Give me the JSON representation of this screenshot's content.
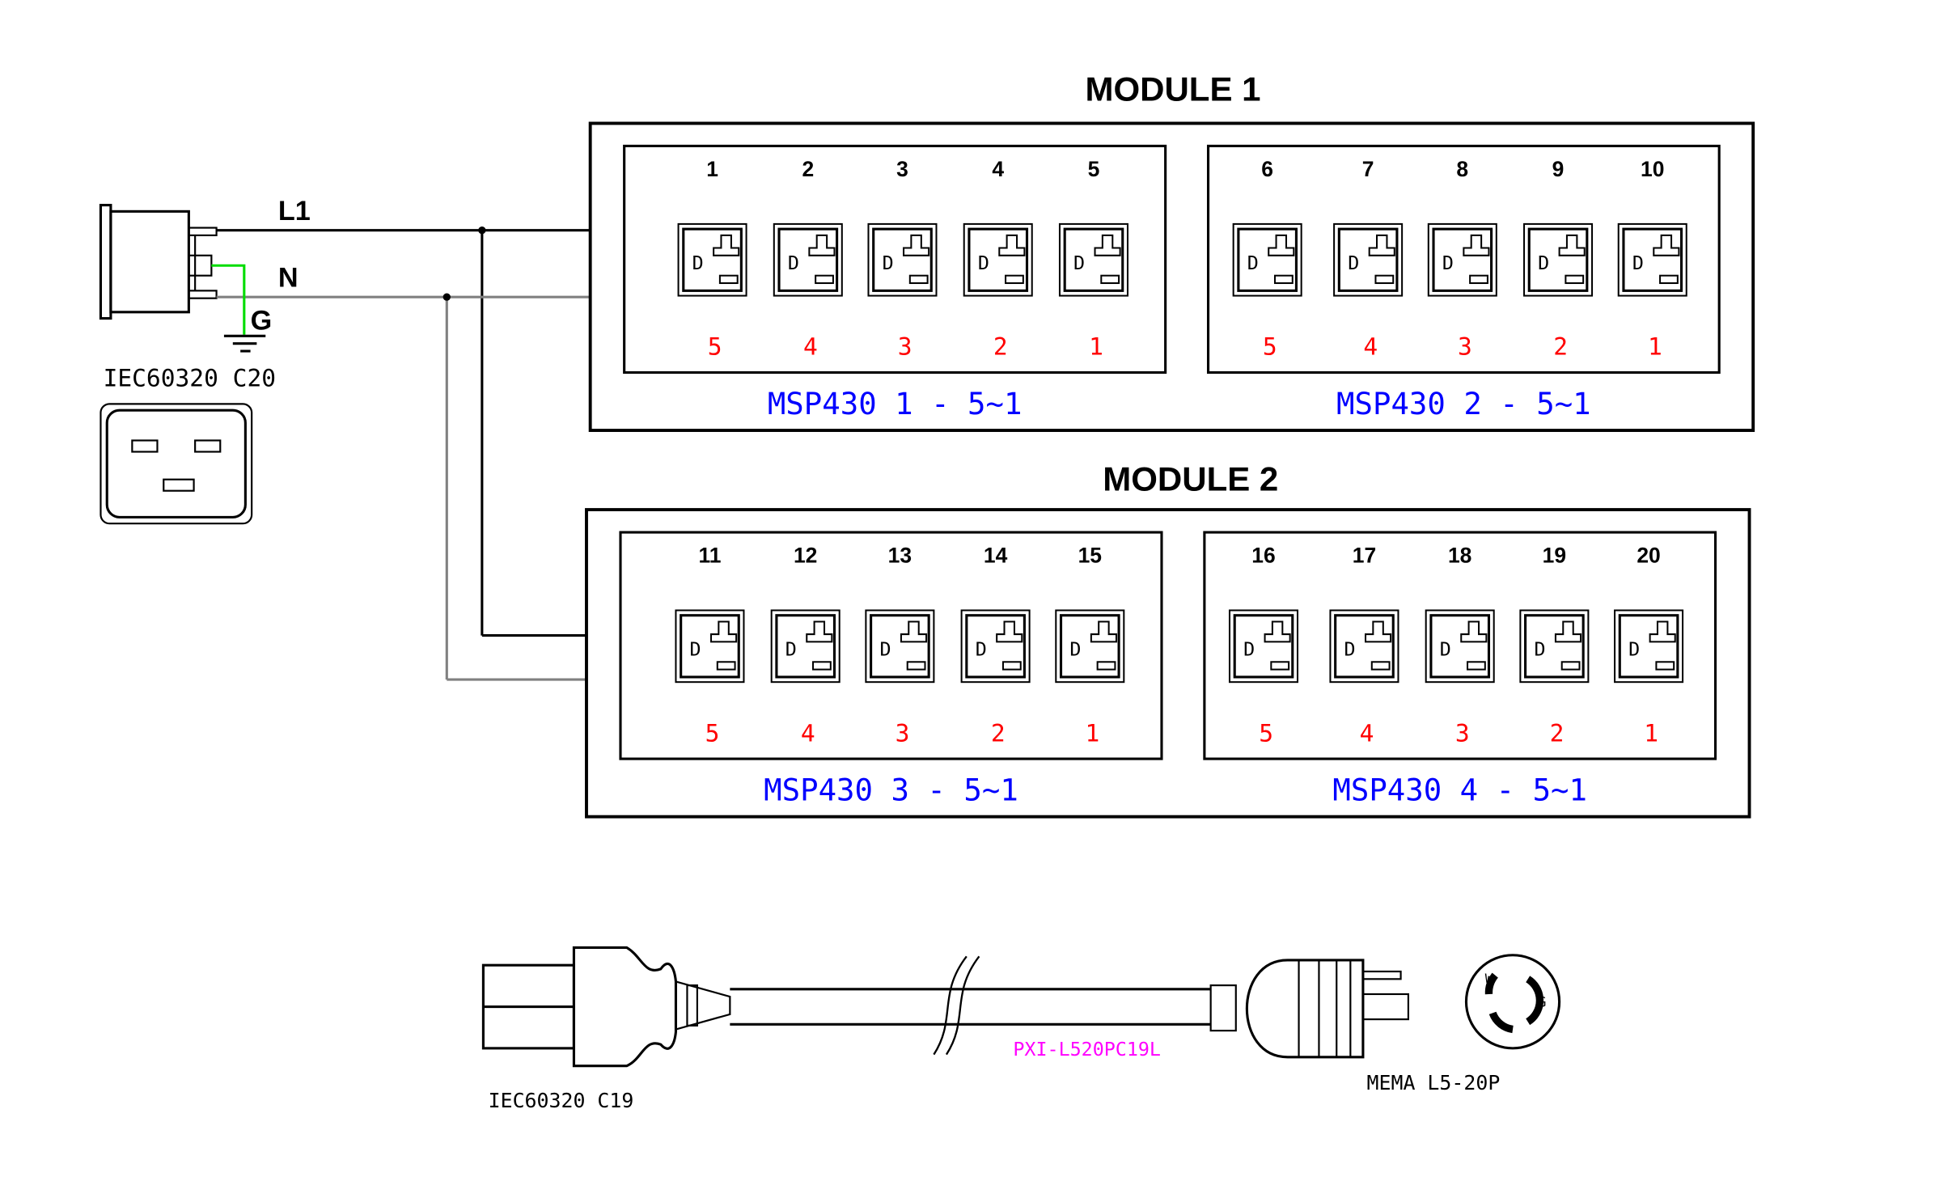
{
  "colors": {
    "line": "#000000",
    "neutral": "#808080",
    "ground": "#00dd00",
    "port_order": "#ff0000",
    "mcu_label": "#0000ff",
    "part_number": "#ff00ff"
  },
  "inlet": {
    "label": "IEC60320 C20",
    "wires": {
      "line": "L1",
      "neutral": "N",
      "ground": "G"
    }
  },
  "modules": [
    {
      "title": "MODULE 1",
      "groups": [
        {
          "label": "MSP430 1 - 5~1",
          "outlets": [
            "1",
            "2",
            "3",
            "4",
            "5"
          ],
          "order": [
            "5",
            "4",
            "3",
            "2",
            "1"
          ]
        },
        {
          "label": "MSP430 2 - 5~1",
          "outlets": [
            "6",
            "7",
            "8",
            "9",
            "10"
          ],
          "order": [
            "5",
            "4",
            "3",
            "2",
            "1"
          ]
        }
      ]
    },
    {
      "title": "MODULE 2",
      "groups": [
        {
          "label": "MSP430 3 - 5~1",
          "outlets": [
            "11",
            "12",
            "13",
            "14",
            "15"
          ],
          "order": [
            "5",
            "4",
            "3",
            "2",
            "1"
          ]
        },
        {
          "label": "MSP430 4 - 5~1",
          "outlets": [
            "16",
            "17",
            "18",
            "19",
            "20"
          ],
          "order": [
            "5",
            "4",
            "3",
            "2",
            "1"
          ]
        }
      ]
    }
  ],
  "cable": {
    "c19_label": "IEC60320 C19",
    "part_number": "PXI-L520PC19L",
    "plug_label": "MEMA L5-20P",
    "plug_pins": {
      "white": "W",
      "ground": "G"
    }
  },
  "outlet_glyph": "D"
}
